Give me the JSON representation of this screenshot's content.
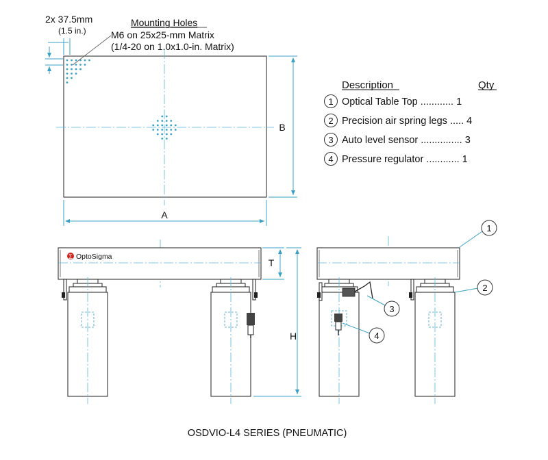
{
  "annotations": {
    "hole_spacing": "2x 37.5mm",
    "hole_spacing_in": "(1.5 in.)",
    "mounting_holes_title": "Mounting Holes",
    "mounting_holes_metric": "M6 on 25x25-mm Matrix",
    "mounting_holes_imperial": "(1/4-20 on 1.0x1.0-in. Matrix)"
  },
  "dimensions": {
    "a": "A",
    "b": "B",
    "t": "T",
    "h": "H"
  },
  "parts_table": {
    "header_description": "Description",
    "header_qty": "Qty",
    "rows": [
      {
        "num": "1",
        "text": "Optical Table Top ............ 1"
      },
      {
        "num": "2",
        "text": "Precision air spring legs ..... 4"
      },
      {
        "num": "3",
        "text": "Auto level sensor ............... 3"
      },
      {
        "num": "4",
        "text": "Pressure regulator ............ 1"
      }
    ]
  },
  "callouts": [
    "1",
    "2",
    "3",
    "4"
  ],
  "brand": {
    "logo_mark": "Σ",
    "name": "OptoSigma",
    "accent_color": "#d0241c"
  },
  "caption": "OSDVIO-L4 SERIES (PNEUMATIC)",
  "colors": {
    "dimension_line": "#3aa0c8",
    "outline": "#333333"
  }
}
